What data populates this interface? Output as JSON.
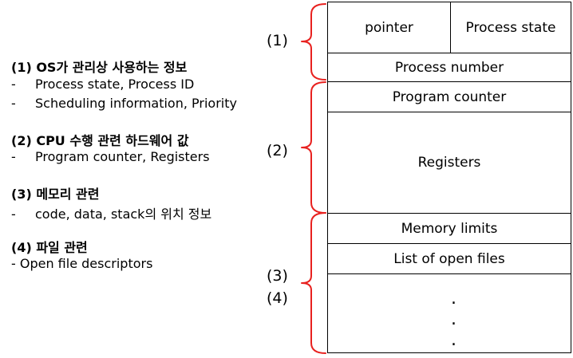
{
  "sections": [
    {
      "title": "(1)  OS가 관리상 사용하는 정보",
      "items": [
        "Process state, Process ID",
        "Scheduling information, Priority"
      ],
      "dash": "-"
    },
    {
      "title": "(2) CPU 수행 관련 하드웨어 값",
      "items": [
        "Program counter, Registers"
      ],
      "dash": "-"
    },
    {
      "title": "(3) 메모리 관련",
      "items": [
        "code, data, stack의 위치 정보"
      ],
      "dash": "-"
    },
    {
      "title": "(4) 파일 관련",
      "items": [
        "- Open file descriptors"
      ],
      "dash": ""
    }
  ],
  "pcb": {
    "pointer": "pointer",
    "process_state": "Process state",
    "process_number": "Process number",
    "program_counter": "Program counter",
    "registers": "Registers",
    "memory_limits": "Memory limits",
    "open_files": "List of open files",
    "dot": "."
  },
  "bracket_labels": {
    "b1": "(1)",
    "b2": "(2)",
    "b3": "(3)",
    "b4": "(4)"
  },
  "colors": {
    "bracket": "#e8211f",
    "line": "#000000"
  }
}
